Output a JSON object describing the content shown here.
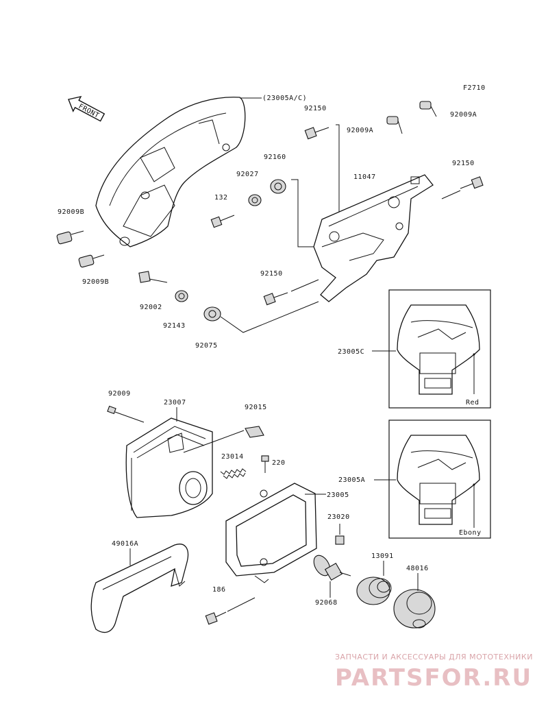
{
  "figure_code": "F2710",
  "front_arrow_label": "FRONT",
  "parts": {
    "p23005AC": "(23005A/C)",
    "p92150a": "92150",
    "p92009Aa": "92009A",
    "p92009Ab": "92009A",
    "p92160": "92160",
    "p92027": "92027",
    "p11047": "11047",
    "p92150b": "92150",
    "p132": "132",
    "p92009Ba": "92009B",
    "p92009Bb": "92009B",
    "p92150c": "92150",
    "p92002": "92002",
    "p92143": "92143",
    "p92075": "92075",
    "p23005C": "23005C",
    "p92009": "92009",
    "p23007": "23007",
    "p92015": "92015",
    "p23014": "23014",
    "p220": "220",
    "p23005": "23005",
    "p23020": "23020",
    "p23005A": "23005A",
    "p49016A": "49016A",
    "p13091": "13091",
    "p48016": "48016",
    "p186": "186",
    "p92068": "92068"
  },
  "variants": {
    "red_label": "Red",
    "ebony_label": "Ebony"
  },
  "watermark": {
    "caption": "ЗАПЧАСТИ И АКСЕССУАРЫ ДЛЯ МОТОТЕХНИКИ",
    "logo": "PARTSFOR.RU"
  }
}
